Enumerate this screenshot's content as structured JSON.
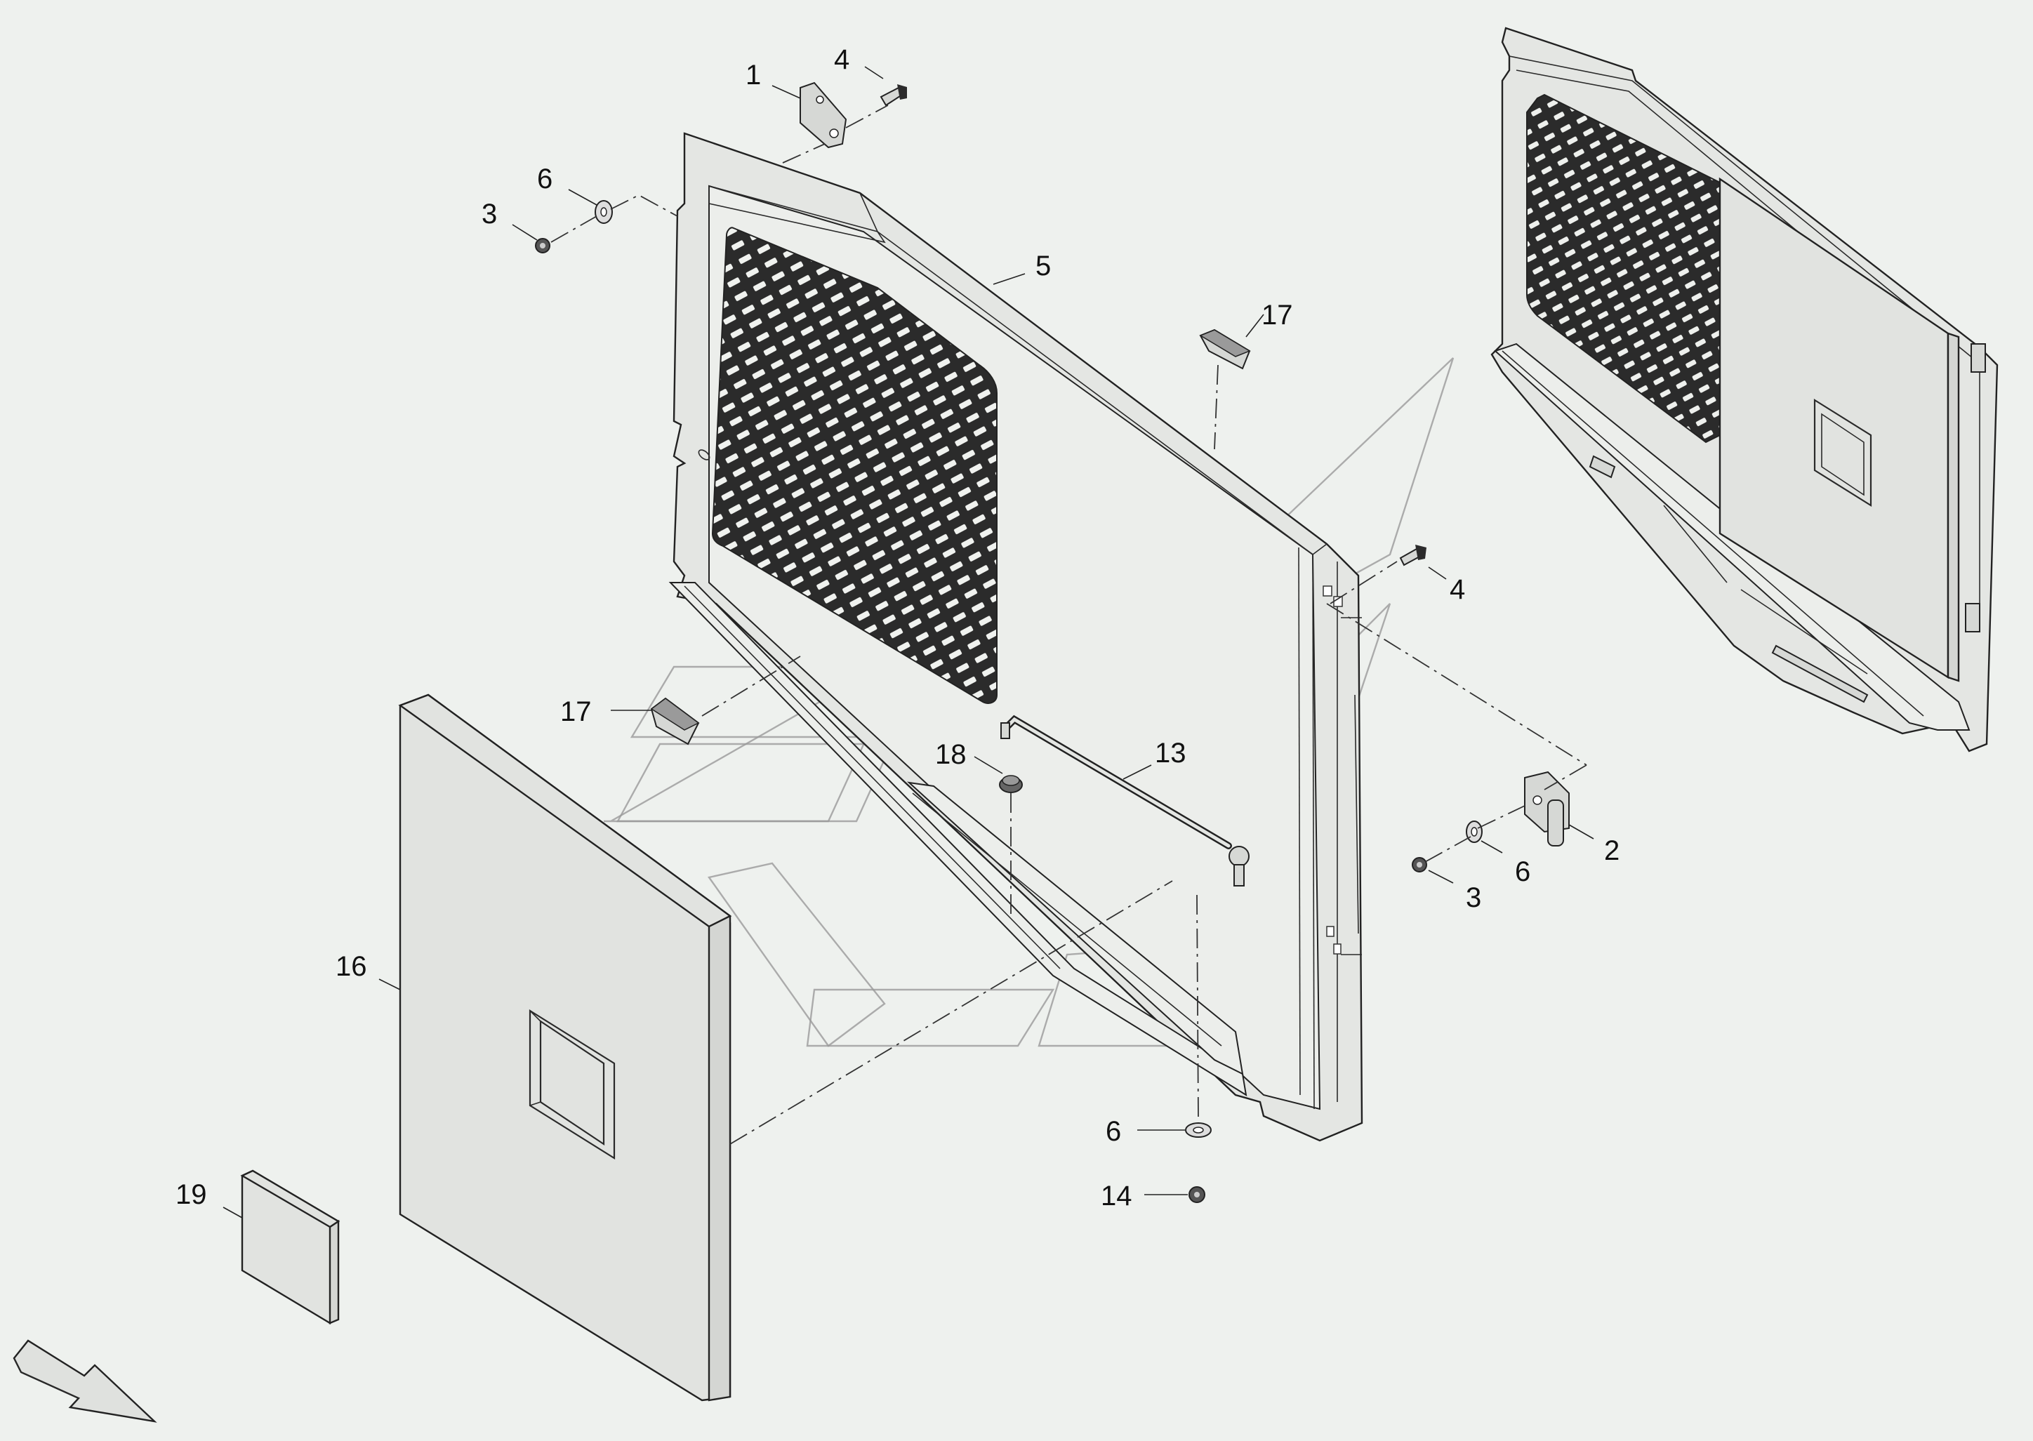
{
  "callouts": [
    {
      "id": "label-1",
      "text": "1"
    },
    {
      "id": "label-4-top",
      "text": "4"
    },
    {
      "id": "label-6-top",
      "text": "6"
    },
    {
      "id": "label-3-top",
      "text": "3"
    },
    {
      "id": "label-5",
      "text": "5"
    },
    {
      "id": "label-17-top",
      "text": "17"
    },
    {
      "id": "label-4-right",
      "text": "4"
    },
    {
      "id": "label-17-left",
      "text": "17"
    },
    {
      "id": "label-18",
      "text": "18"
    },
    {
      "id": "label-13",
      "text": "13"
    },
    {
      "id": "label-2",
      "text": "2"
    },
    {
      "id": "label-6-right",
      "text": "6"
    },
    {
      "id": "label-3-right",
      "text": "3"
    },
    {
      "id": "label-16",
      "text": "16"
    },
    {
      "id": "label-6-bottom",
      "text": "6"
    },
    {
      "id": "label-14",
      "text": "14"
    },
    {
      "id": "label-19",
      "text": "19"
    }
  ],
  "colors": {
    "background": "#eef1ee",
    "line": "#2a2a2a",
    "mesh": "#2b2b2b",
    "panel_fill": "#e4e6e3"
  },
  "icons": {
    "direction_arrow": "arrow-down-right-icon"
  }
}
